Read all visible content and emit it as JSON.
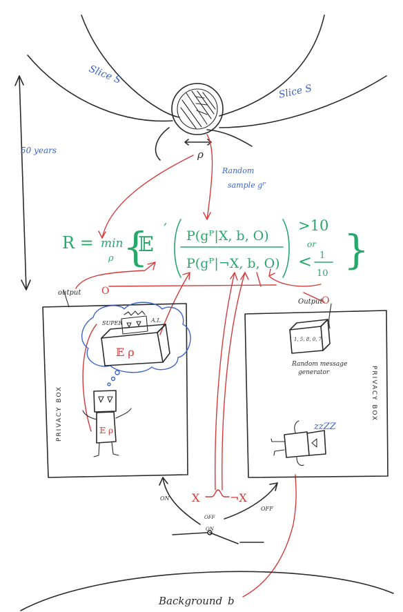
{
  "labels": {
    "slice_left": "Slice S",
    "slice_right": "Slice S",
    "years": "50 years",
    "rho": "ρ",
    "random_sample": "Random",
    "random_sample_2": "sample gᴾ",
    "output_left": "output",
    "output_right": "Output",
    "output_symbol": "O",
    "super": "SUPER",
    "ai": "A.I.",
    "e_rho_big": "𝔼  ρ",
    "e_rho_small": "𝔼 ρ",
    "privacy_box_left": "PRIVACY BOX",
    "privacy_box_right": "PRIVACY BOX",
    "message_numbers": "1, 5, 8, 0, 7",
    "message_gen_1": "Random message",
    "message_gen_2": "generator",
    "zzz": "zzZZ",
    "switch_on_left": "ON",
    "switch_off_right": "OFF",
    "switch_off": "OFF",
    "switch_on": "ON",
    "x_label": "X",
    "not_x_label": "¬X",
    "background": "Background",
    "background_b": "b"
  },
  "formula": {
    "lhs": "R =",
    "min": "min",
    "sub": "ρ",
    "brace_l": "{",
    "brace_r": "}",
    "expect": "𝔼",
    "prime": "′",
    "numerator": "P(gᴾ|X, b, O)",
    "denominator": "P(gᴾ|¬X, b, O)",
    "gt": ">10",
    "or": "or",
    "lt": "<",
    "frac_num": "1",
    "frac_den": "10"
  },
  "colors": {
    "ink": "#2a2a2a",
    "red": "#d33a3a",
    "green": "#27a86a",
    "blue": "#3b63c9"
  }
}
